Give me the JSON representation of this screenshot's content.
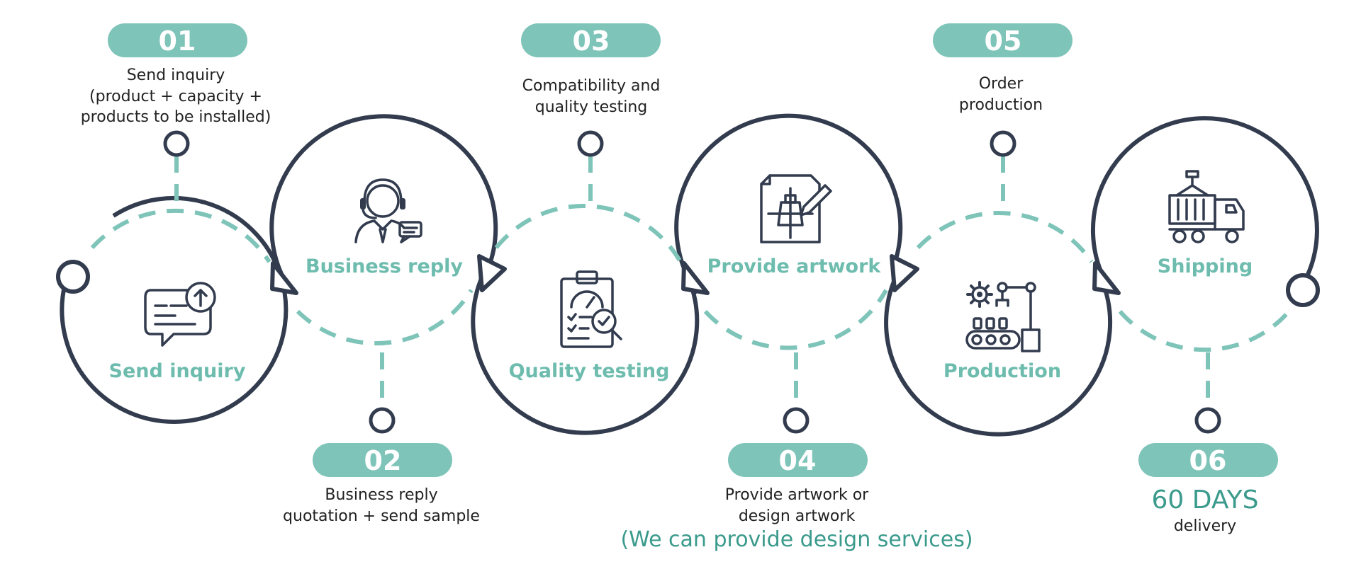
{
  "colors": {
    "accent": "#7ec4b9",
    "accent_text": "#6dbcae",
    "dark": "#323c4e",
    "highlight_text": "#3a9a8c"
  },
  "steps": [
    {
      "number": "01",
      "title": "Send inquiry",
      "icon": "chat-upload-icon",
      "description": [
        "Send inquiry",
        "(product + capacity +",
        "products to be installed)"
      ]
    },
    {
      "number": "02",
      "title": "Business reply",
      "icon": "support-agent-icon",
      "description": [
        "Business reply",
        "quotation + send sample"
      ]
    },
    {
      "number": "03",
      "title": "Quality testing",
      "icon": "clipboard-inspection-icon",
      "description": [
        "Compatibility and",
        "quality testing"
      ]
    },
    {
      "number": "04",
      "title": "Provide artwork",
      "icon": "artwork-design-icon",
      "description": [
        "Provide artwork or",
        "design artwork"
      ],
      "note": "(We can provide design services)"
    },
    {
      "number": "05",
      "title": "Production",
      "icon": "factory-robot-icon",
      "description": [
        "Order",
        "production"
      ]
    },
    {
      "number": "06",
      "title": "Shipping",
      "icon": "container-truck-icon",
      "highlight": "60 DAYS",
      "description": [
        "delivery"
      ]
    }
  ]
}
